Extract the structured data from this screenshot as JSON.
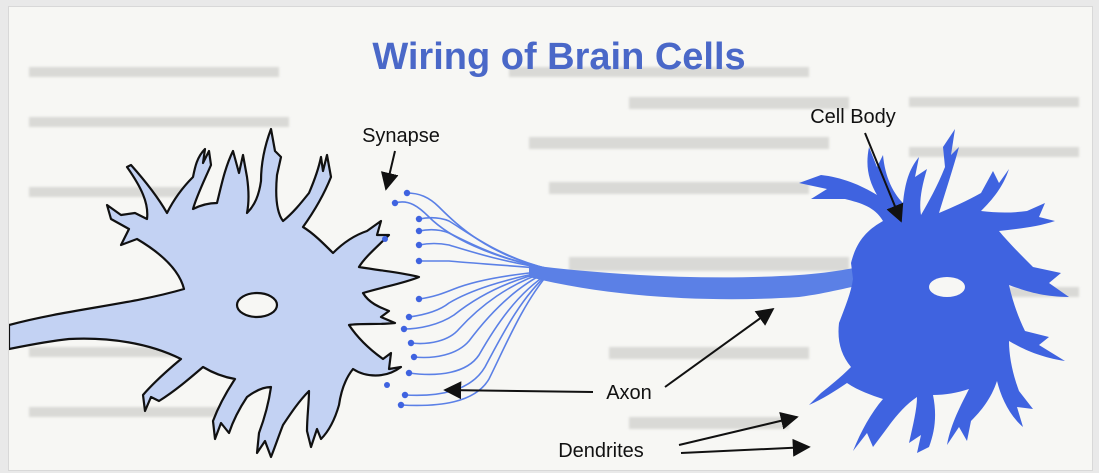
{
  "title": "Wiring of Brain Cells",
  "labels": {
    "synapse": "Synapse",
    "cell_body": "Cell Body",
    "axon": "Axon",
    "dendrites": "Dendrites"
  },
  "colors": {
    "title": "#4a68c8",
    "left_neuron_fill": "#c3d2f3",
    "right_neuron_fill": "#3f63e0",
    "axon_line": "#5b80e6",
    "outline": "#111111",
    "background": "#f7f7f4"
  }
}
